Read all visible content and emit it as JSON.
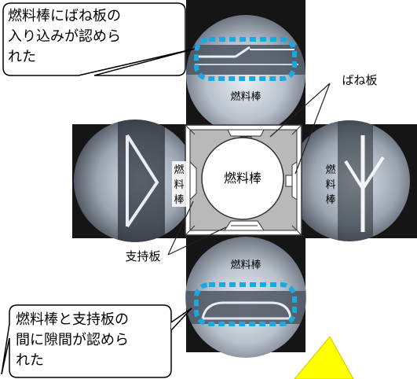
{
  "callout_top": {
    "lines": [
      "燃料棒にばね板の",
      "入り込みが認めら",
      "れた"
    ]
  },
  "callout_bottom": {
    "lines": [
      "燃料棒と支持板の",
      "間に隙間が認めら",
      "れた"
    ]
  },
  "label_spring": "ばね板",
  "label_support": "支持板",
  "center_rod_label": "燃料棒",
  "view_top_label": "燃料棒",
  "view_bottom_label": "燃料棒",
  "view_left_label": "燃\n料\n棒",
  "view_right_label": "燃\n料\n棒",
  "colors": {
    "photo_dark": "#151515",
    "highlight": "#1ba8e0",
    "grid_gray": "#b9b9b9",
    "warning_yellow": "#ffff00"
  }
}
